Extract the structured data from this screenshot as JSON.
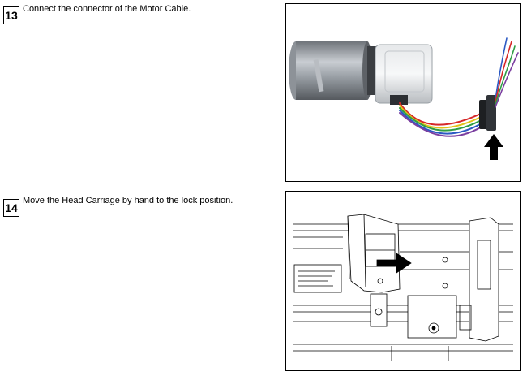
{
  "steps": [
    {
      "number": "13",
      "text": "Connect the connector of the Motor Cable."
    },
    {
      "number": "14",
      "text": "Move the Head Carriage by hand to the lock position."
    }
  ],
  "colors": {
    "border": "#000000",
    "text": "#000000",
    "arrow": "#000000",
    "wire_red": "#d62828",
    "wire_yellow": "#e0c41a",
    "wire_green": "#2f9e44",
    "wire_blue": "#2b59c3",
    "wire_purple": "#7b3fa0"
  },
  "icons": {
    "step13_arrow": "up-arrow-icon",
    "step14_arrow": "right-arrow-icon"
  }
}
